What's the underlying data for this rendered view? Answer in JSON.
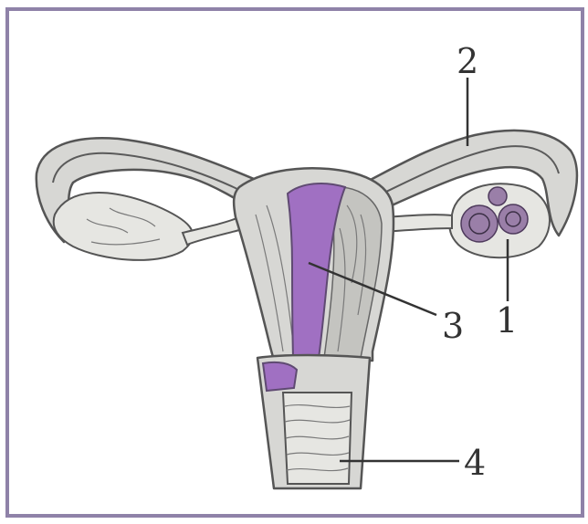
{
  "labels": {
    "one": "1",
    "two": "2",
    "three": "3",
    "four": "4"
  },
  "colors": {
    "frame": "#8f82a8",
    "cavity": "#a070c2",
    "tissue": "#d7d7d4"
  }
}
